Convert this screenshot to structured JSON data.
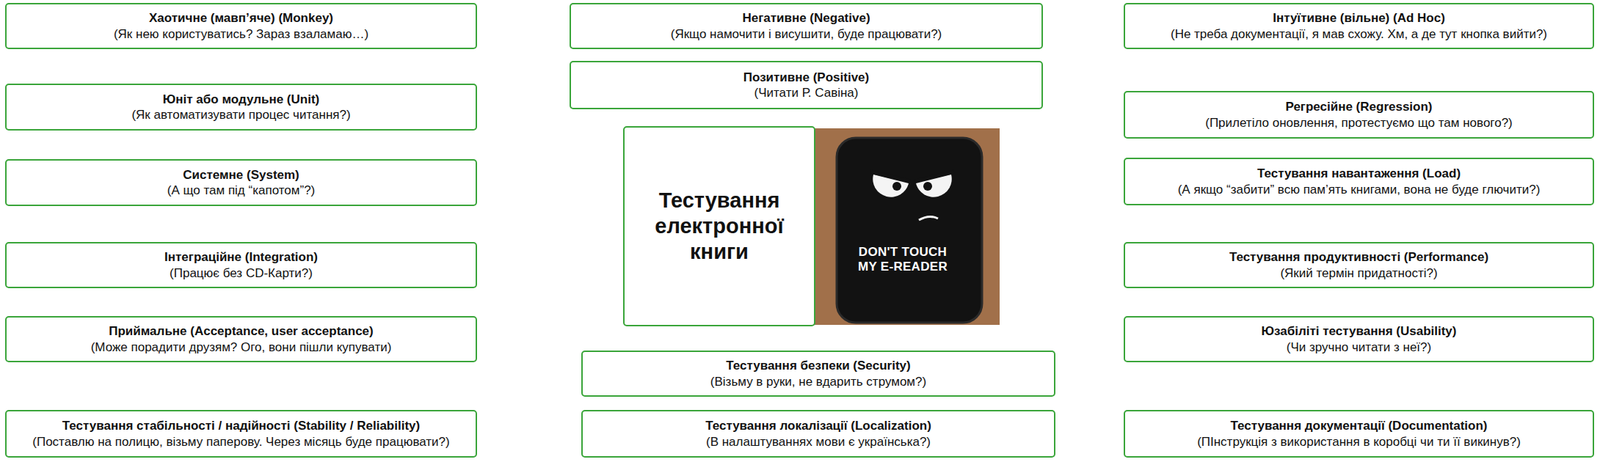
{
  "diagram": {
    "nodes": [
      {
        "text": [
          "Хаотичне (мавп’яче) (Monkey)",
          "(Як нею користуватись? Зараз взаламаю…)"
        ]
      },
      {
        "text": [
          "Негативне (Negative)",
          "(Якщо намочити і висушити, буде працювати?)"
        ]
      },
      {
        "text": [
          "Інтуїтивне (вільне) (Ad Hoc)",
          "(Не треба документації, я мав схожу. Хм, а де тут кнопка вийти?)"
        ]
      },
      {
        "text": [
          "Позитивне (Positive)",
          "(Читати Р. Савіна)"
        ]
      },
      {
        "text": [
          "Юніт або модульне (Unit)",
          "(Як автоматизувати процес читання?)"
        ]
      },
      {
        "text": [
          "Регресійне (Regression)",
          "(Прилетіло оновлення, протестуємо що там нового?)"
        ]
      },
      {
        "text": [
          "Тестування електронної книги"
        ]
      },
      {
        "text": [
          "Системне (System)",
          "(А що там під “капотом”?)"
        ]
      },
      {
        "text": [
          "Тестування навантаження (Load)",
          "(А якщо “забити” всю пам’ять книгами, вона не буде глючити?)"
        ]
      },
      {
        "text": [
          "Інтеграційне (Integration)",
          "(Працює без СD-Карти?)"
        ]
      },
      {
        "text": [
          "Тестування продуктивності (Performance)",
          "(Який термін придатності?)"
        ]
      },
      {
        "text": [
          "Приймальне (Acceptance, user acceptance)",
          "(Може порадити друзям? Ого, вони пішли купувати)"
        ]
      },
      {
        "text": [
          "Юзабіліті тестування (Usability)",
          "(Чи зручно читати з неї?)"
        ]
      },
      {
        "text": [
          "Тестування безпеки (Security)",
          "(Візьму в руки, не вдарить струмом?)"
        ]
      },
      {
        "text": [
          "Тестування стабільності / надійності (Stability / Reliability)",
          "(Поставлю на полицю, візьму паперову. Через місяць буде працювати?)"
        ]
      },
      {
        "text": [
          "Тестування локалізації (Localization)",
          "(В налаштуваннях мови є українська?)"
        ]
      },
      {
        "text": [
          "Тестування документації (Documentation)",
          "(ПІнструкція з використання в коробці чи ти її викинув?)"
        ]
      }
    ],
    "labels": [
      "DON'T TOUCH MY E-READER"
    ]
  }
}
